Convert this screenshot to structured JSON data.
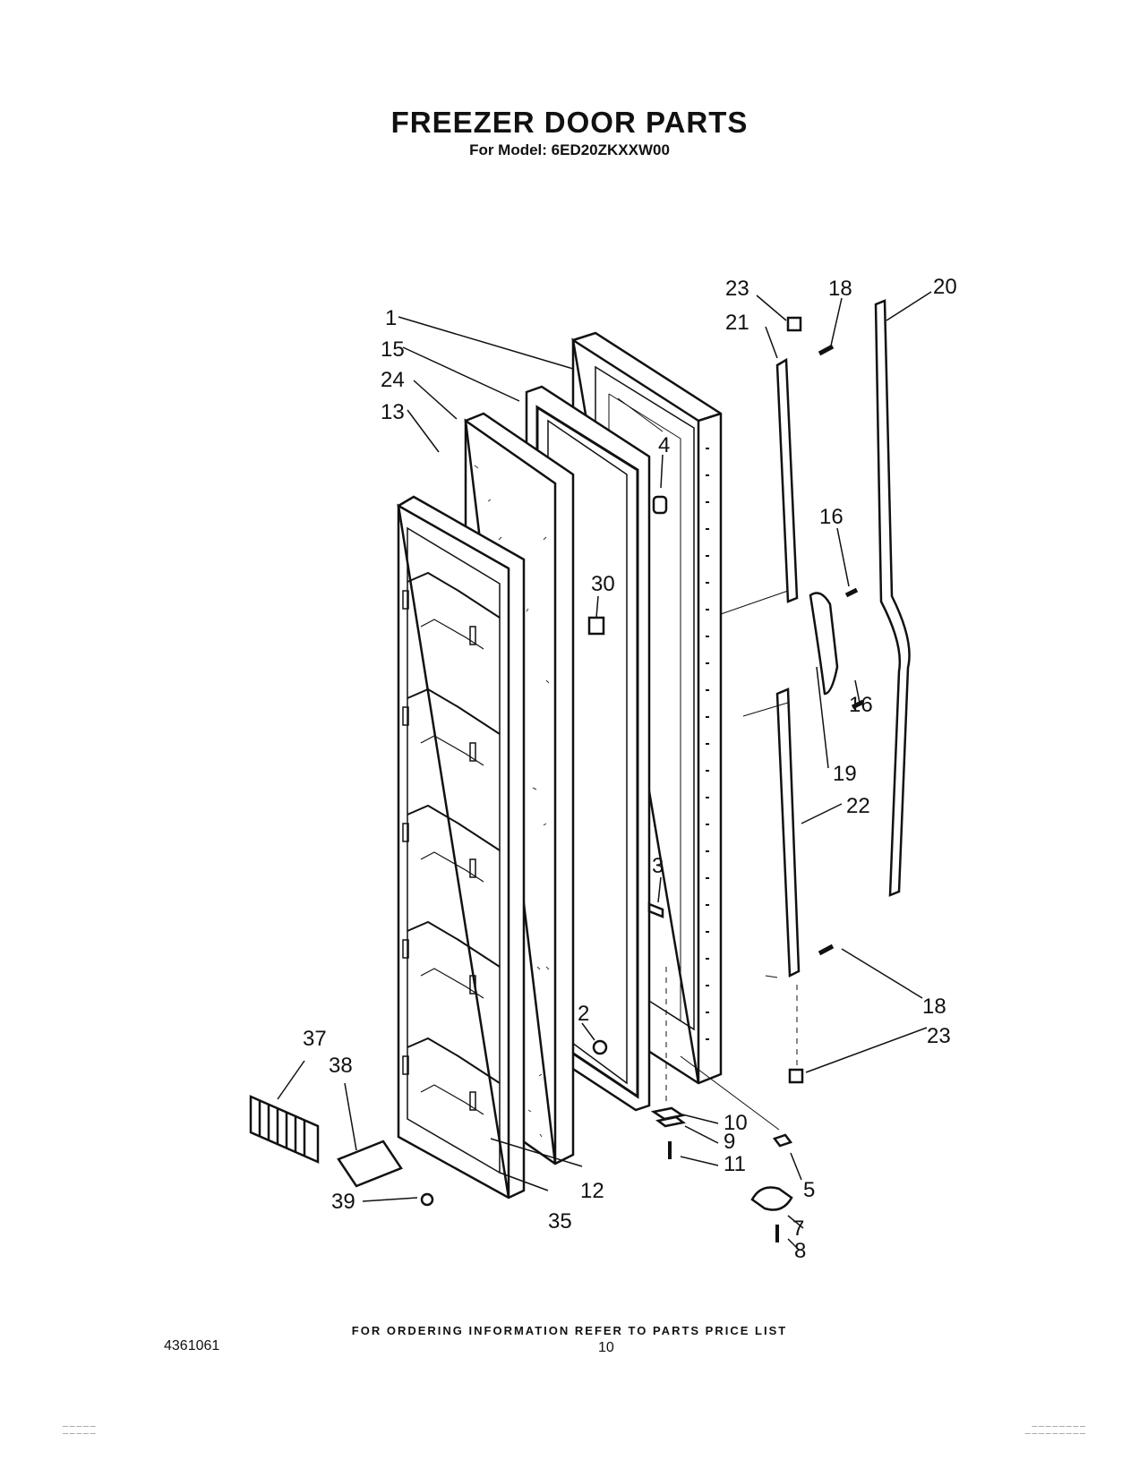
{
  "header": {
    "title": "FREEZER DOOR PARTS",
    "model_line": "For Model: 6ED20ZKXXW00"
  },
  "footer": {
    "ordering_note": "FOR ORDERING INFORMATION REFER TO PARTS PRICE LIST",
    "part_number": "4361061",
    "page_number": "10"
  },
  "callouts": [
    "1",
    "2",
    "3",
    "4",
    "5",
    "7",
    "8",
    "9",
    "10",
    "11",
    "12",
    "13",
    "15",
    "16",
    "16",
    "18",
    "18",
    "19",
    "20",
    "21",
    "22",
    "23",
    "23",
    "24",
    "30",
    "35",
    "37",
    "38",
    "39"
  ]
}
